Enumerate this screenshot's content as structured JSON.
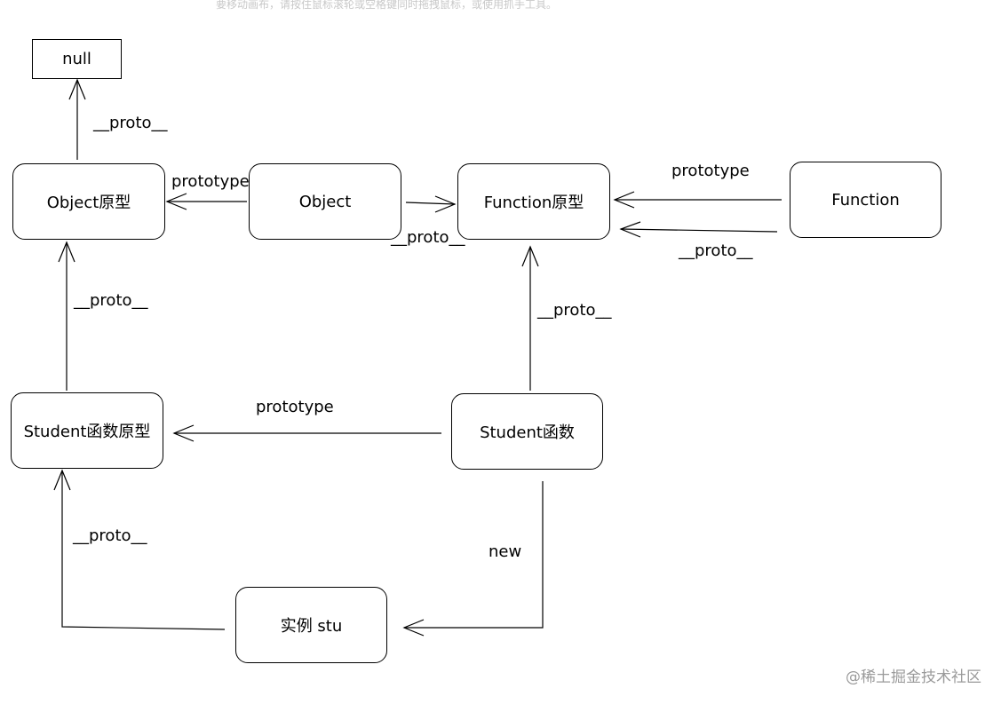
{
  "canvas_hint": "要移动画布，请按住鼠标滚轮或空格键同时拖拽鼠标，或使用抓手工具。",
  "nodes": {
    "null": "null",
    "object_prototype": "Object原型",
    "object": "Object",
    "function_prototype": "Function原型",
    "function": "Function",
    "student_prototype": "Student函数原型",
    "student": "Student函数",
    "instance": "实例 stu"
  },
  "edge_labels": {
    "object_proto_to_null": "__proto__",
    "object_to_object_prototype": "prototype",
    "object_to_function_prototype": "__proto__",
    "function_to_function_prototype_prototype": "prototype",
    "function_to_function_prototype_proto": "__proto__",
    "student_prototype_to_object_prototype": "__proto__",
    "student_to_function_prototype": "__proto__",
    "student_to_student_prototype": "prototype",
    "student_to_instance": "new",
    "instance_to_student_prototype": "__proto__"
  },
  "watermark": "@稀土掘金技术社区"
}
